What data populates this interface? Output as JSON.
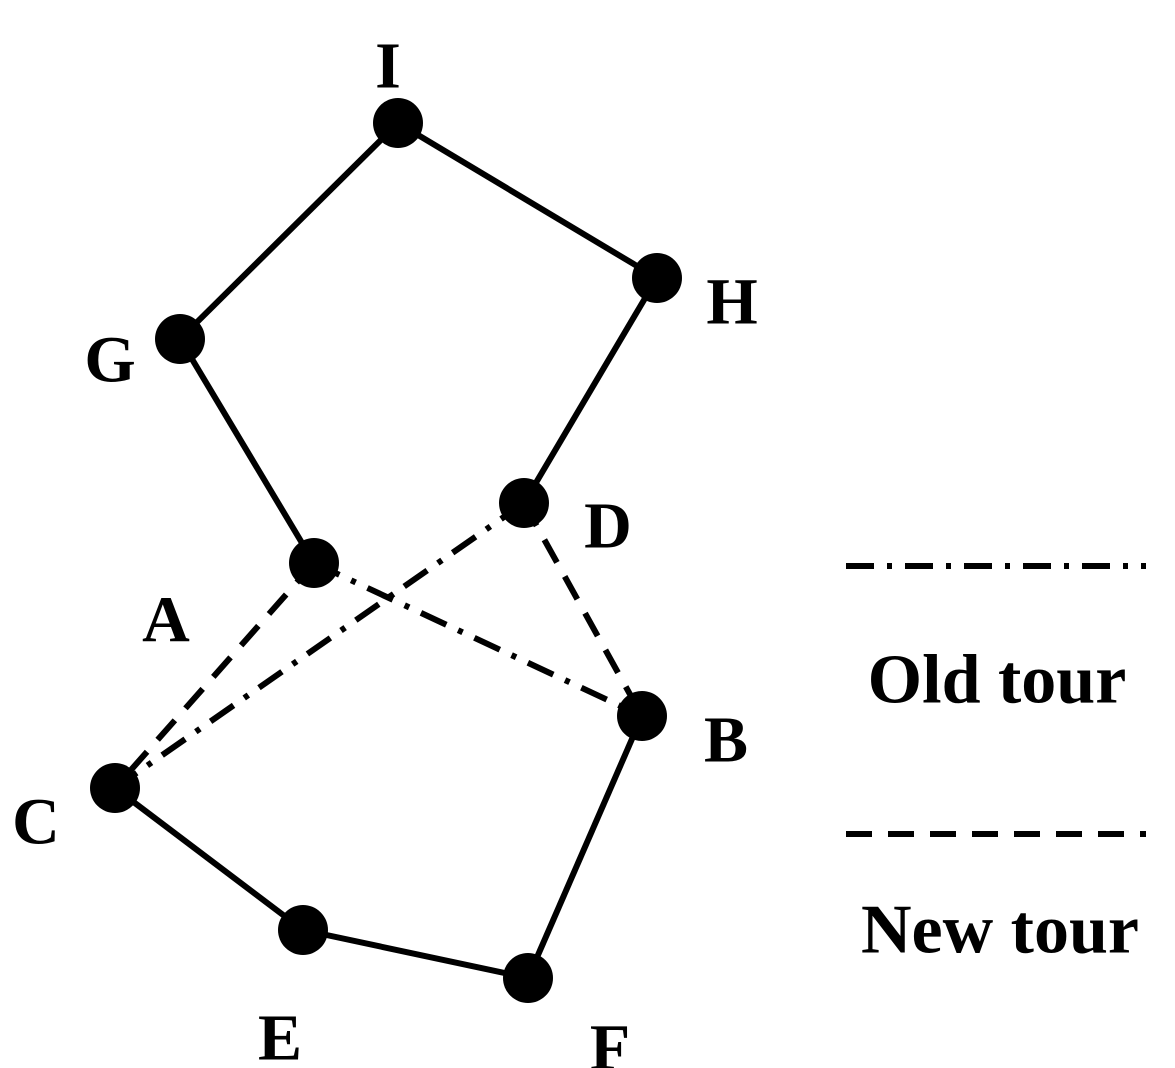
{
  "diagram": {
    "nodes": [
      {
        "id": "I",
        "label": "I"
      },
      {
        "id": "H",
        "label": "H"
      },
      {
        "id": "G",
        "label": "G"
      },
      {
        "id": "D",
        "label": "D"
      },
      {
        "id": "A",
        "label": "A"
      },
      {
        "id": "B",
        "label": "B"
      },
      {
        "id": "C",
        "label": "C"
      },
      {
        "id": "E",
        "label": "E"
      },
      {
        "id": "F",
        "label": "F"
      }
    ],
    "edges": [
      {
        "from": "G",
        "to": "I",
        "style": "solid"
      },
      {
        "from": "I",
        "to": "H",
        "style": "solid"
      },
      {
        "from": "H",
        "to": "D",
        "style": "solid"
      },
      {
        "from": "G",
        "to": "A",
        "style": "solid"
      },
      {
        "from": "C",
        "to": "E",
        "style": "solid"
      },
      {
        "from": "E",
        "to": "F",
        "style": "solid"
      },
      {
        "from": "F",
        "to": "B",
        "style": "solid"
      },
      {
        "from": "A",
        "to": "B",
        "style": "dashdot"
      },
      {
        "from": "D",
        "to": "C",
        "style": "dashdot"
      },
      {
        "from": "A",
        "to": "C",
        "style": "dashed"
      },
      {
        "from": "D",
        "to": "B",
        "style": "dashed"
      }
    ],
    "legend": [
      {
        "style": "dashdot",
        "label": "Old tour"
      },
      {
        "style": "dashed",
        "label": "New tour"
      }
    ],
    "colors": {
      "line": "#000000",
      "node": "#000000",
      "background": "#ffffff"
    }
  }
}
